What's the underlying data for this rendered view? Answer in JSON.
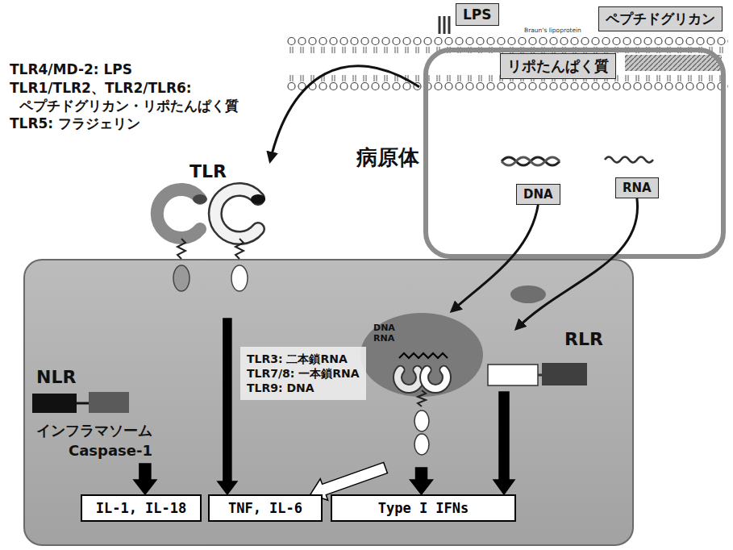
{
  "diagram": {
    "nodes": [
      {
        "text": [
          "病原体"
        ]
      },
      {
        "text": [
          "LPS"
        ],
        "in": 0
      },
      {
        "text": [
          "ペプチドグリカン"
        ],
        "in": 0
      },
      {
        "text": [
          "リポたんぱく質"
        ],
        "in": 0
      },
      {
        "text": [
          "DNA"
        ],
        "in": 0
      },
      {
        "text": [
          "RNA"
        ],
        "in": 0
      },
      {
        "text": [
          "NLR",
          "インフラマソーム",
          "Caspase-1"
        ]
      },
      {
        "text": [
          "TLR"
        ]
      },
      {
        "text": [
          "DNA",
          "RNA"
        ]
      },
      {
        "text": [
          "TLR3: 二本鎖RNA",
          "TLR7/8: 一本鎖RNA",
          "TLR9: DNA"
        ]
      },
      {
        "text": [
          "RLR"
        ]
      },
      {
        "text": [
          "IL-1, IL-18"
        ]
      },
      {
        "text": [
          "TNF, IL-6"
        ]
      },
      {
        "text": [
          "Type I IFNs"
        ]
      }
    ],
    "edges": [
      {
        "from": 0,
        "to": 7,
        "arrow": "to"
      },
      {
        "from": 4,
        "to": 8,
        "arrow": "to"
      },
      {
        "from": 5,
        "to": 10,
        "arrow": "to"
      },
      {
        "from": 6,
        "to": 11,
        "arrow": "to"
      },
      {
        "from": 7,
        "to": 12,
        "arrow": "to"
      },
      {
        "from": 8,
        "to": 13,
        "arrow": "to"
      },
      {
        "from": 8,
        "to": 12,
        "arrow": "to"
      },
      {
        "from": 10,
        "to": 13,
        "arrow": "to"
      }
    ],
    "labels": [
      "Braun's lipoprotein",
      "TLR4/MD-2: LPS",
      "TLR1/TLR2、TLR2/TLR6:",
      "ペプチドグリカン・リポたんぱく質",
      "TLR5: フラジェリン"
    ]
  }
}
